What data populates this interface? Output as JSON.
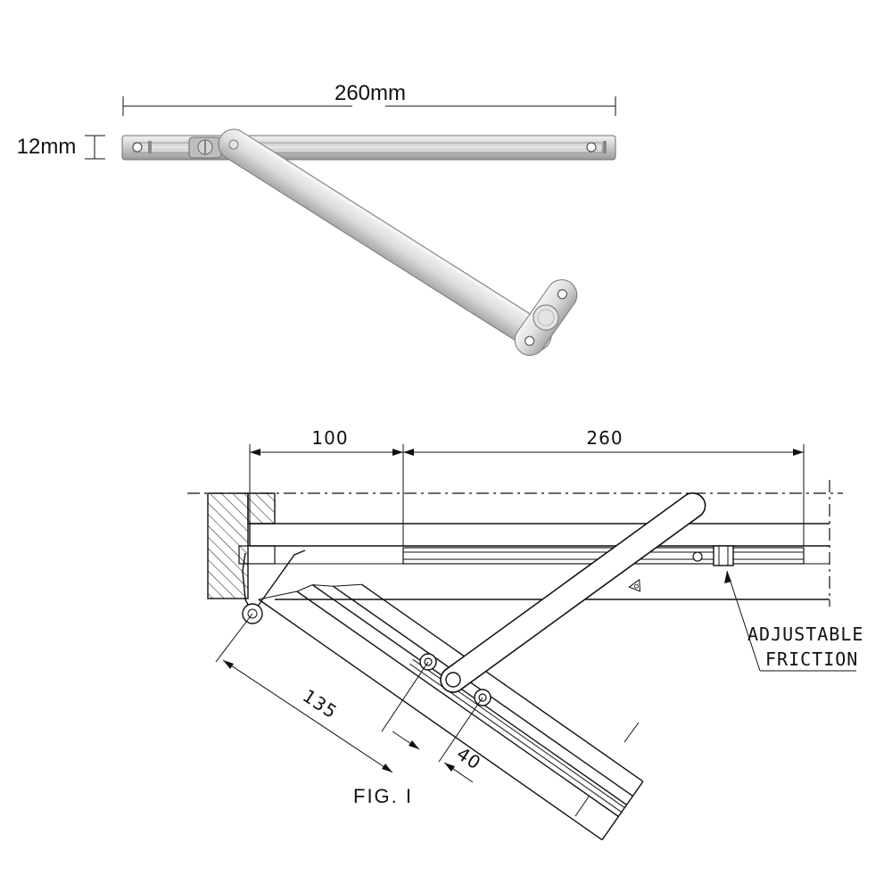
{
  "photo": {
    "length_label": "260mm",
    "height_label": "12mm"
  },
  "technical": {
    "dim_left": "100",
    "dim_right": "260",
    "dim_diagonal_long": "135",
    "dim_diagonal_short": "40",
    "note_line1": "ADJUSTABLE",
    "note_line2": "FRICTION",
    "figure_label": "FIG.  I"
  },
  "colors": {
    "metal_light": "#e6e6e6",
    "metal_mid": "#c9c9c9",
    "metal_dark": "#8a8a8a",
    "ink": "#111111"
  }
}
